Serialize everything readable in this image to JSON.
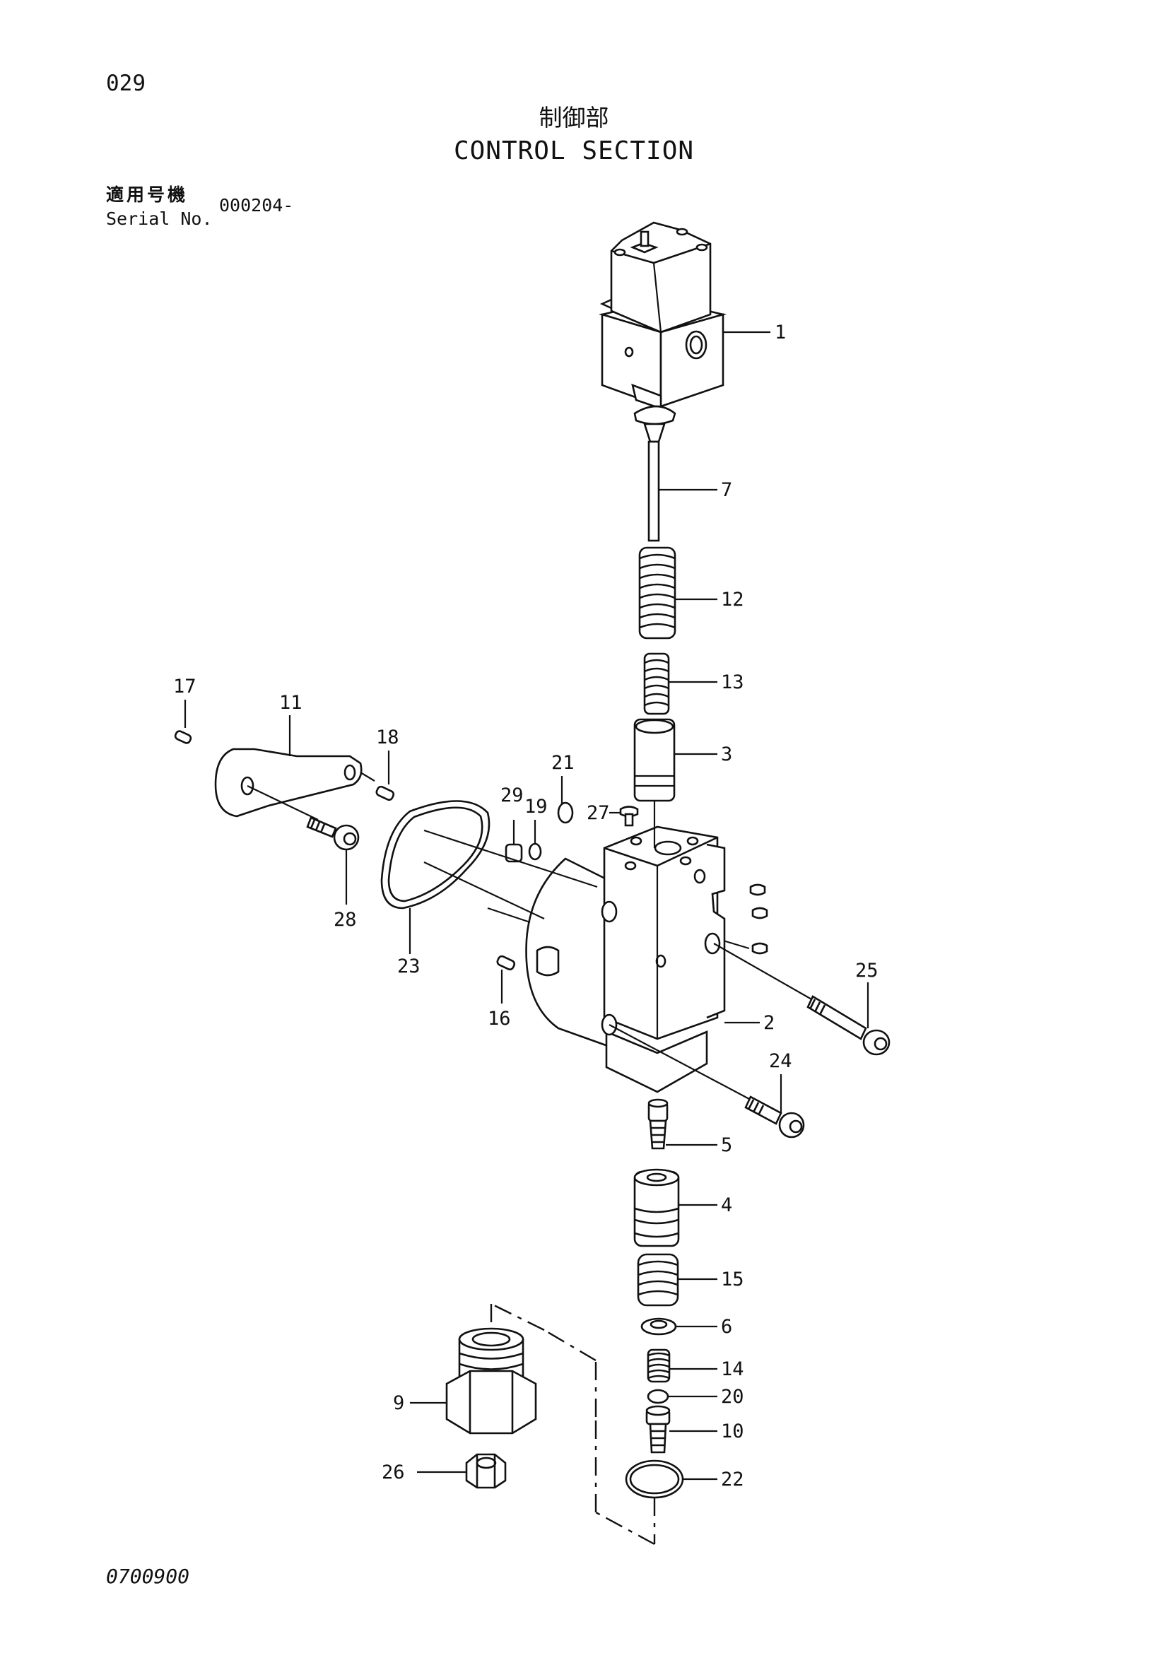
{
  "header": {
    "page_number": "029",
    "title_ja": "制御部",
    "title_en": "CONTROL SECTION",
    "serial_label_ja": "適用号機",
    "serial_label_en": "Serial No.",
    "serial_value": "000204-"
  },
  "footer": {
    "doc_code": "0700900"
  },
  "callouts": [
    {
      "id": "1",
      "label": "1"
    },
    {
      "id": "2",
      "label": "2"
    },
    {
      "id": "3",
      "label": "3"
    },
    {
      "id": "4",
      "label": "4"
    },
    {
      "id": "5",
      "label": "5"
    },
    {
      "id": "6",
      "label": "6"
    },
    {
      "id": "7",
      "label": "7"
    },
    {
      "id": "9",
      "label": "9"
    },
    {
      "id": "10",
      "label": "10"
    },
    {
      "id": "11",
      "label": "11"
    },
    {
      "id": "12",
      "label": "12"
    },
    {
      "id": "13",
      "label": "13"
    },
    {
      "id": "14",
      "label": "14"
    },
    {
      "id": "15",
      "label": "15"
    },
    {
      "id": "16",
      "label": "16"
    },
    {
      "id": "17",
      "label": "17"
    },
    {
      "id": "18",
      "label": "18"
    },
    {
      "id": "19",
      "label": "19"
    },
    {
      "id": "20",
      "label": "20"
    },
    {
      "id": "21",
      "label": "21"
    },
    {
      "id": "22",
      "label": "22"
    },
    {
      "id": "23",
      "label": "23"
    },
    {
      "id": "24",
      "label": "24"
    },
    {
      "id": "25",
      "label": "25"
    },
    {
      "id": "26",
      "label": "26"
    },
    {
      "id": "27",
      "label": "27"
    },
    {
      "id": "28",
      "label": "28"
    },
    {
      "id": "29",
      "label": "29"
    }
  ]
}
